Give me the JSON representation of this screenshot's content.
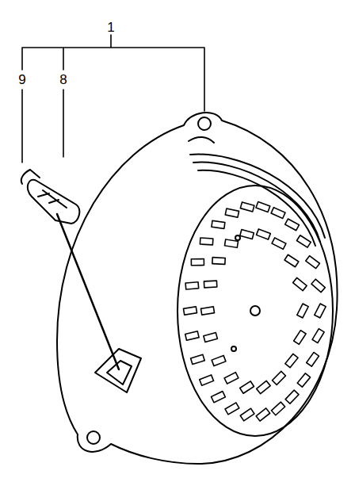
{
  "diagram": {
    "labels": [
      "1",
      "9",
      "8"
    ]
  }
}
